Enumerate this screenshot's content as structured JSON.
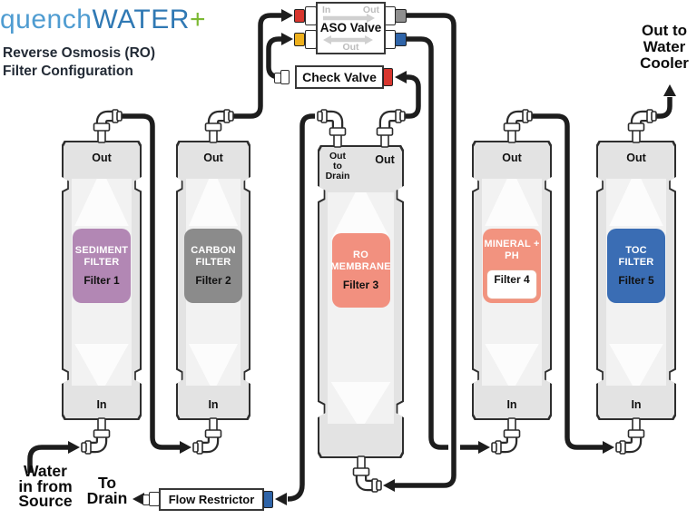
{
  "brand": {
    "quench": "quench",
    "water": "WATER",
    "plus": "+",
    "quench_color": "#4f9cd1",
    "water_color": "#3079b4",
    "plus_color": "#7cb933",
    "tagline1": "Reverse Osmosis (RO)",
    "tagline2": "Filter Configuration",
    "tagline_color": "#232b36"
  },
  "aso_valve": {
    "title": "ASO Valve",
    "in_label": "In",
    "out_top_label": "Out",
    "out_bottom_label": "Out"
  },
  "check_valve": {
    "title": "Check Valve"
  },
  "flow_restrictor": {
    "title": "Flow Restrictor"
  },
  "ports": {
    "red": "#d8362e",
    "yellow": "#eeb01c",
    "gray": "#8f8f8f",
    "blue": "#2f64a8"
  },
  "filters": [
    {
      "name": "SEDIMENT FILTER",
      "number": "Filter 1",
      "top_port": "Out",
      "bottom_port": "In",
      "color": "#b287b4"
    },
    {
      "name": "CARBON FILTER",
      "number": "Filter 2",
      "top_port": "Out",
      "bottom_port": "In",
      "color": "#8b8b8b"
    },
    {
      "name": "RO MEMBRANE",
      "number": "Filter 3",
      "top_left_port": [
        "Out",
        "to",
        "Drain"
      ],
      "top_right_port": "Out",
      "color": "#f2907f"
    },
    {
      "name": "MINERAL + PH",
      "number": "Filter 4",
      "top_port": "Out",
      "bottom_port": "In",
      "color": "#f2937f"
    },
    {
      "name": "TOC FILTER",
      "number": "Filter 5",
      "top_port": "Out",
      "bottom_port": "In",
      "color": "#3a6db4"
    }
  ],
  "annotations": {
    "source_lines": [
      "Water",
      "in from",
      "Source"
    ],
    "drain_lines": [
      "To",
      "Drain"
    ],
    "cooler_lines": [
      "Out to",
      "Water",
      "Cooler"
    ]
  },
  "tube_color": "#1d1d1d"
}
